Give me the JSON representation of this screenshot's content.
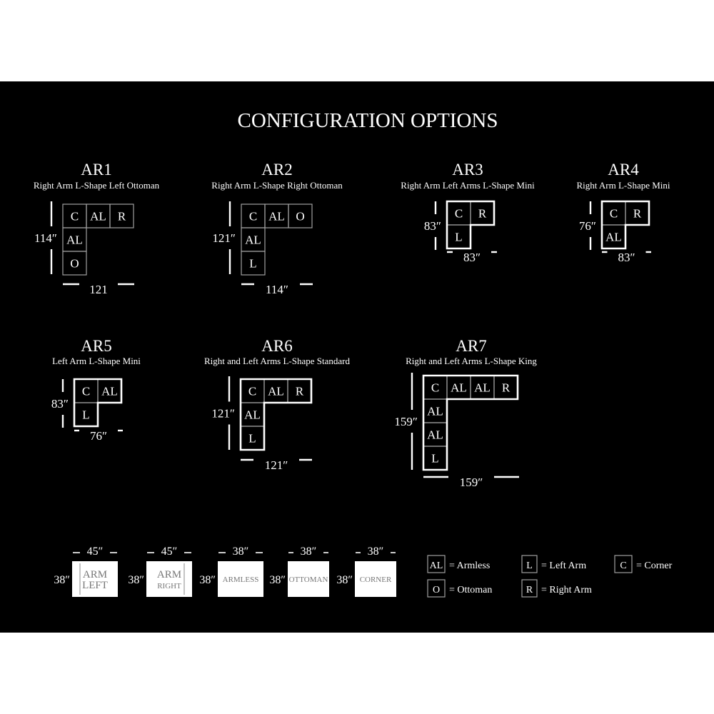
{
  "title": "CONFIGURATION OPTIONS",
  "colors": {
    "background": "#000000",
    "page": "#ffffff",
    "text": "#ffffff",
    "cell_border": "#a0a0a0",
    "outline": "#ffffff"
  },
  "configurations": [
    {
      "code": "AR1",
      "name": "Right Arm L-Shape Left Ottoman",
      "top_row": [
        "C",
        "AL",
        "R"
      ],
      "side_column": [
        "AL",
        "O"
      ],
      "height_label": "114″",
      "width_label": "121"
    },
    {
      "code": "AR2",
      "name": "Right Arm L-Shape Right Ottoman",
      "top_row": [
        "C",
        "AL",
        "O"
      ],
      "side_column": [
        "AL",
        "L"
      ],
      "height_label": "121″",
      "width_label": "114″"
    },
    {
      "code": "AR3",
      "name": "Right Arm Left Arms L-Shape Mini",
      "top_row": [
        "C",
        "R"
      ],
      "side_column": [
        "L"
      ],
      "height_label": "83″",
      "width_label": "83″"
    },
    {
      "code": "AR4",
      "name": "Right Arm L-Shape Mini",
      "top_row": [
        "C",
        "R"
      ],
      "side_column": [
        "AL"
      ],
      "height_label": "76″",
      "width_label": "83″"
    },
    {
      "code": "AR5",
      "name": "Left Arm L-Shape Mini",
      "top_row": [
        "C",
        "AL"
      ],
      "side_column": [
        "L"
      ],
      "height_label": "83″",
      "width_label": "76″"
    },
    {
      "code": "AR6",
      "name": "Right and Left Arms L-Shape Standard",
      "top_row": [
        "C",
        "AL",
        "R"
      ],
      "side_column": [
        "AL",
        "L"
      ],
      "height_label": "121″",
      "width_label": "121″"
    },
    {
      "code": "AR7",
      "name": "Right and Left Arms L-Shape King",
      "top_row": [
        "C",
        "AL",
        "AL",
        "R"
      ],
      "side_column": [
        "AL",
        "AL",
        "L"
      ],
      "height_label": "159″",
      "width_label": "159″"
    }
  ],
  "pieces": [
    {
      "lines": [
        "ARM",
        "LEFT"
      ],
      "width_label": "45″",
      "depth_label": "38″",
      "arm": "left"
    },
    {
      "lines": [
        "ARM",
        "RIGHT"
      ],
      "width_label": "45″",
      "depth_label": "38″",
      "arm": "right"
    },
    {
      "lines": [
        "ARMLESS"
      ],
      "width_label": "38″",
      "depth_label": "38″",
      "arm": "none"
    },
    {
      "lines": [
        "OTTOMAN"
      ],
      "width_label": "38″",
      "depth_label": "38″",
      "arm": "none"
    },
    {
      "lines": [
        "CORNER"
      ],
      "width_label": "38″",
      "depth_label": "38″",
      "arm": "none"
    }
  ],
  "legend": [
    {
      "code": "AL",
      "meaning": "= Armless"
    },
    {
      "code": "L",
      "meaning": "= Left Arm"
    },
    {
      "code": "C",
      "meaning": "= Corner"
    },
    {
      "code": "O",
      "meaning": "= Ottoman"
    },
    {
      "code": "R",
      "meaning": "= Right Arm"
    }
  ]
}
